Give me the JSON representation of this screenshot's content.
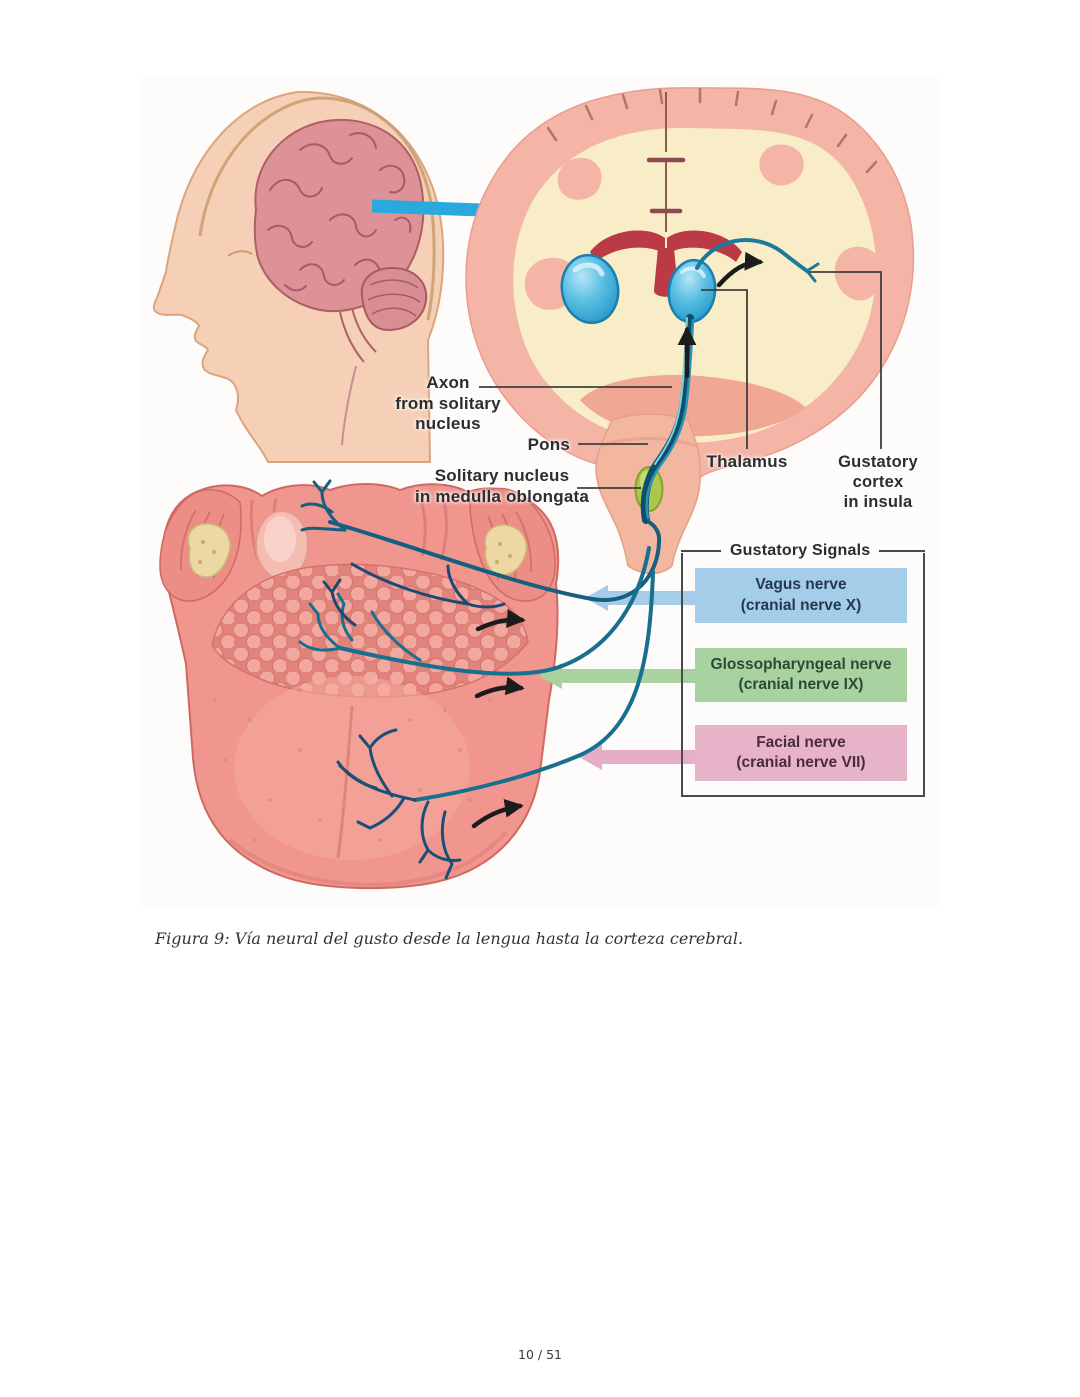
{
  "page": {
    "number_indicator": "10 / 51"
  },
  "figure": {
    "caption": "Figura 9: Vía neural del gusto desde la lengua hasta la corteza cerebral.",
    "labels": {
      "axon": "Axon\nfrom solitary\nnucleus",
      "pons": "Pons",
      "solitary_nucleus": "Solitary nucleus\nin medulla oblongata",
      "thalamus": "Thalamus",
      "gustatory_cortex": "Gustatory\ncortex\nin insula"
    },
    "legend": {
      "title": "Gustatory Signals",
      "items": [
        {
          "label": "Vagus nerve\n(cranial nerve X)",
          "color": "#a3cde9"
        },
        {
          "label": "Glossopharyngeal nerve\n(cranial nerve IX)",
          "color": "#a9d2a1"
        },
        {
          "label": "Facial nerve\n(cranial nerve VII)",
          "color": "#e6b3c8"
        }
      ]
    },
    "colors": {
      "nerve_teal": "#17708e",
      "indicator_arrow_blue": "#29a9dd",
      "brain_cortex_pink": "#f4b5a7",
      "brain_white_matter_cream": "#f8edc6",
      "ventricle_red": "#bc3a45",
      "thalamus_blue": "#2da4d6",
      "solitary_nucleus_green": "#a9c84d",
      "tongue_pink": "#f0968f",
      "black_arrow": "#1c1c1c"
    }
  }
}
